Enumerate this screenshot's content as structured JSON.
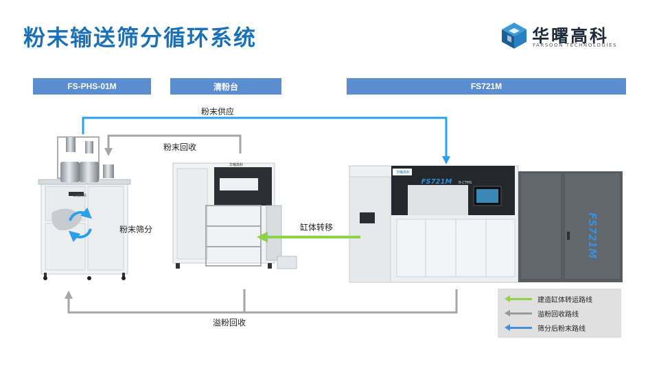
{
  "title": "粉末输送筛分循环系统",
  "logo": {
    "name_cn": "华曙高科",
    "name_en": "FARSOON TECHNOLOGIES"
  },
  "headers": {
    "left": "FS-PHS-01M",
    "middle": "清粉台",
    "right": "FS721M"
  },
  "flows": {
    "supply": "粉末供应",
    "recovery": "粉末回收",
    "sieving": "粉末筛分",
    "transfer": "缸体转移",
    "overflow": "溢粉回收"
  },
  "machine_text": {
    "sieve_brand": "华曙高科",
    "station_brand": "华曙高科",
    "printer_brand": "华曙高科",
    "printer_model": "FS721M",
    "printer_model_side": "FS721M",
    "printer_sub": "B-CTMS"
  },
  "legend": [
    {
      "label": "建造缸体转运路线",
      "color": "#8ed24a"
    },
    {
      "label": "溢粉回收路线",
      "color": "#9a9a9a"
    },
    {
      "label": "筛分后粉末路线",
      "color": "#4a8fd6"
    }
  ],
  "colors": {
    "title": "#1a71b8",
    "header_bg": "#5b8ed0",
    "blue_route": "#2aa0e8",
    "gray_route": "#a6a6a6",
    "green_route": "#8ed24a"
  }
}
